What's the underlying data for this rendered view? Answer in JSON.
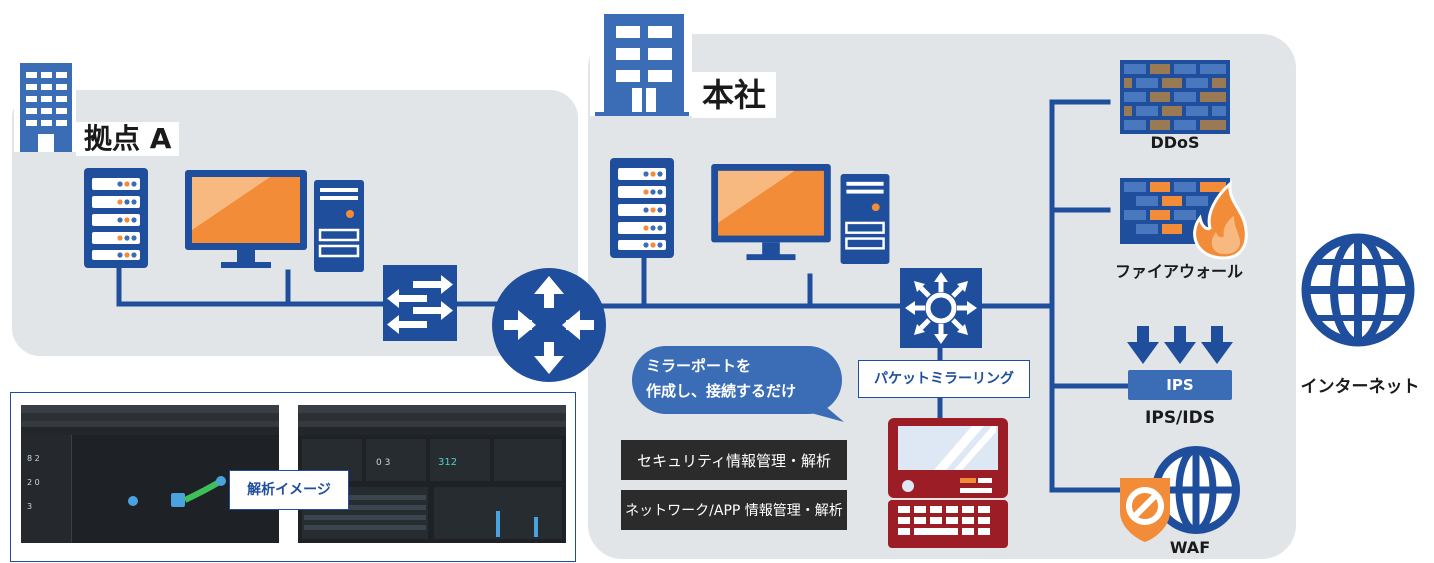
{
  "sites": {
    "branch_a": {
      "label": "拠点 A"
    },
    "headquarters": {
      "label": "本社"
    }
  },
  "security": {
    "ddos": "DDoS",
    "firewall": "ファイアウォール",
    "ips_badge": "IPS",
    "ips_ids": "IPS/IDS",
    "waf": "WAF"
  },
  "internet": {
    "label": "インターネット"
  },
  "mirroring": {
    "bubble_line1": "ミラーポートを",
    "bubble_line2": "作成し、接続するだけ",
    "label": "パケットミラーリング"
  },
  "analysis": {
    "security_mgmt": "セキュリティ情報管理・解析",
    "network_mgmt": "ネットワーク/APP 情報管理・解析",
    "image_label": "解析イメージ"
  },
  "colors": {
    "navy": "#1f4e9c",
    "orange": "#f28c38",
    "zone_gray": "#e2e5e8",
    "laptop_red": "#9c1d26"
  }
}
